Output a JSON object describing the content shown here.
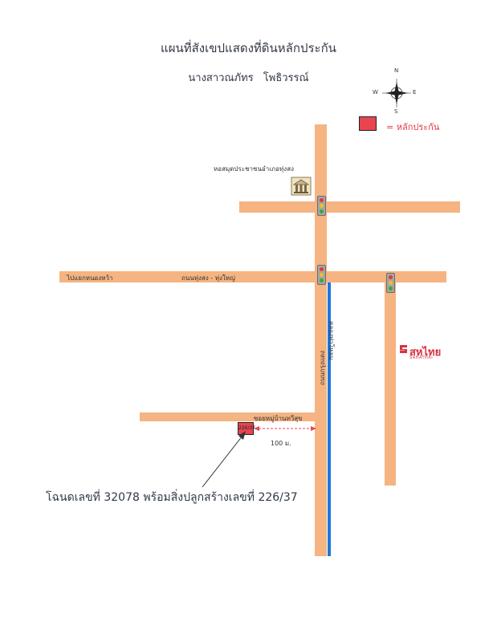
{
  "header": {
    "title": "แผนที่สังเขปแสดงที่ดินหลักประกัน",
    "subtitle": "นางสาวณภัทร โพธิวรรณ์"
  },
  "compass": {
    "n": "N",
    "s": "S",
    "e": "E",
    "w": "W"
  },
  "legend": {
    "label": "= หลักประกัน",
    "color": "#e84550"
  },
  "colors": {
    "road": "#f5b481",
    "canal": "#1e78d8",
    "asset": "#e84550"
  },
  "labels": {
    "library": "หอสมุดประชาชนอำเภอทุ่งสง",
    "to_intersection": "ไปแยกหนองหว้า",
    "main_road": "ถนนทุ่งสง - ทุ่งใหญ่",
    "vertical_road": "ถนนกรุงแดง",
    "canal": "คลองท่าโหลม",
    "soi": "ซอยหมู่บ้านทวีสุข",
    "distance": "100 ม."
  },
  "brand": {
    "name": "สหไทย",
    "sub": "SAHATHAI",
    "color": "#d93240"
  },
  "asset": {
    "house_number": "226/37"
  },
  "caption": {
    "prefix": "โฉนดเลขที่ ",
    "deed_no": "32078",
    "middle": " พร้อมสิ่งปลูกสร้างเลขที่ ",
    "house_no": "226/37"
  }
}
